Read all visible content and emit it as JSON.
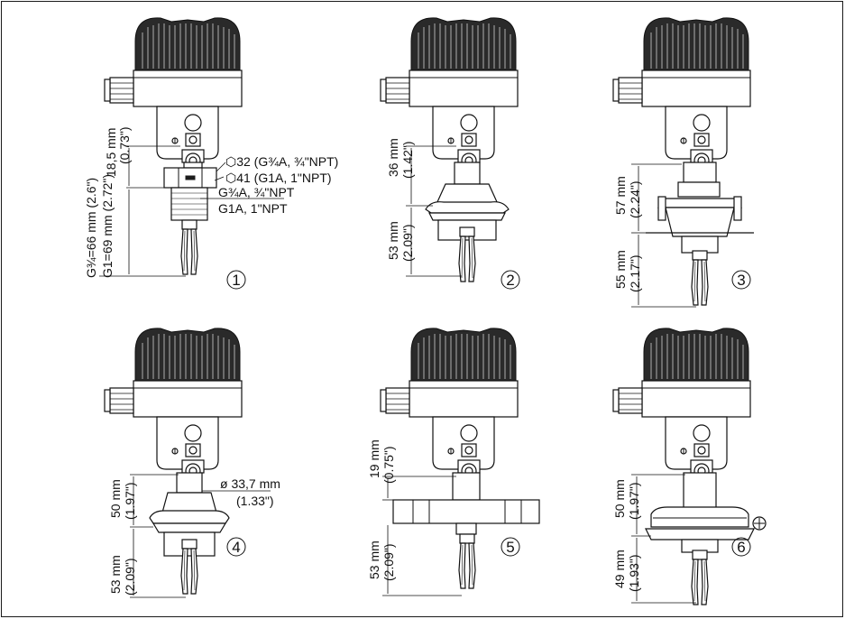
{
  "variants": [
    {
      "number": "1",
      "labels": {
        "dim_a": "18,5 mm",
        "dim_a_in": "(0.73\")",
        "dim_b": "G¾=66 mm (2.6\")",
        "dim_b2": "G1=69 mm (2.72\")",
        "hex1": "32 (G¾A, ¾\"NPT)",
        "hex2": "41 (G1A, 1\"NPT)",
        "thread1": "G¾A, ¾\"NPT",
        "thread2": "G1A, 1\"NPT"
      }
    },
    {
      "number": "2",
      "labels": {
        "dim_a": "36 mm",
        "dim_a_in": "(1.42\")",
        "dim_b": "53 mm",
        "dim_b_in": "(2.09\")"
      }
    },
    {
      "number": "3",
      "labels": {
        "dim_a": "57 mm",
        "dim_a_in": "(2.24\")",
        "dim_b": "55 mm",
        "dim_b_in": "(2.17\")"
      }
    },
    {
      "number": "4",
      "labels": {
        "dim_a": "50 mm",
        "dim_a_in": "(1.97\")",
        "dim_b": "53 mm",
        "dim_b_in": "(2.09\")",
        "dia": "ø 33,7 mm",
        "dia_in": "(1.33\")"
      }
    },
    {
      "number": "5",
      "labels": {
        "dim_a": "19 mm",
        "dim_a_in": "(0.75\")",
        "dim_b": "53 mm",
        "dim_b_in": "(2.09\")"
      }
    },
    {
      "number": "6",
      "labels": {
        "dim_a": "50 mm",
        "dim_a_in": "(1.97\")",
        "dim_b": "49 mm",
        "dim_b_in": "(1.93\")"
      }
    }
  ]
}
